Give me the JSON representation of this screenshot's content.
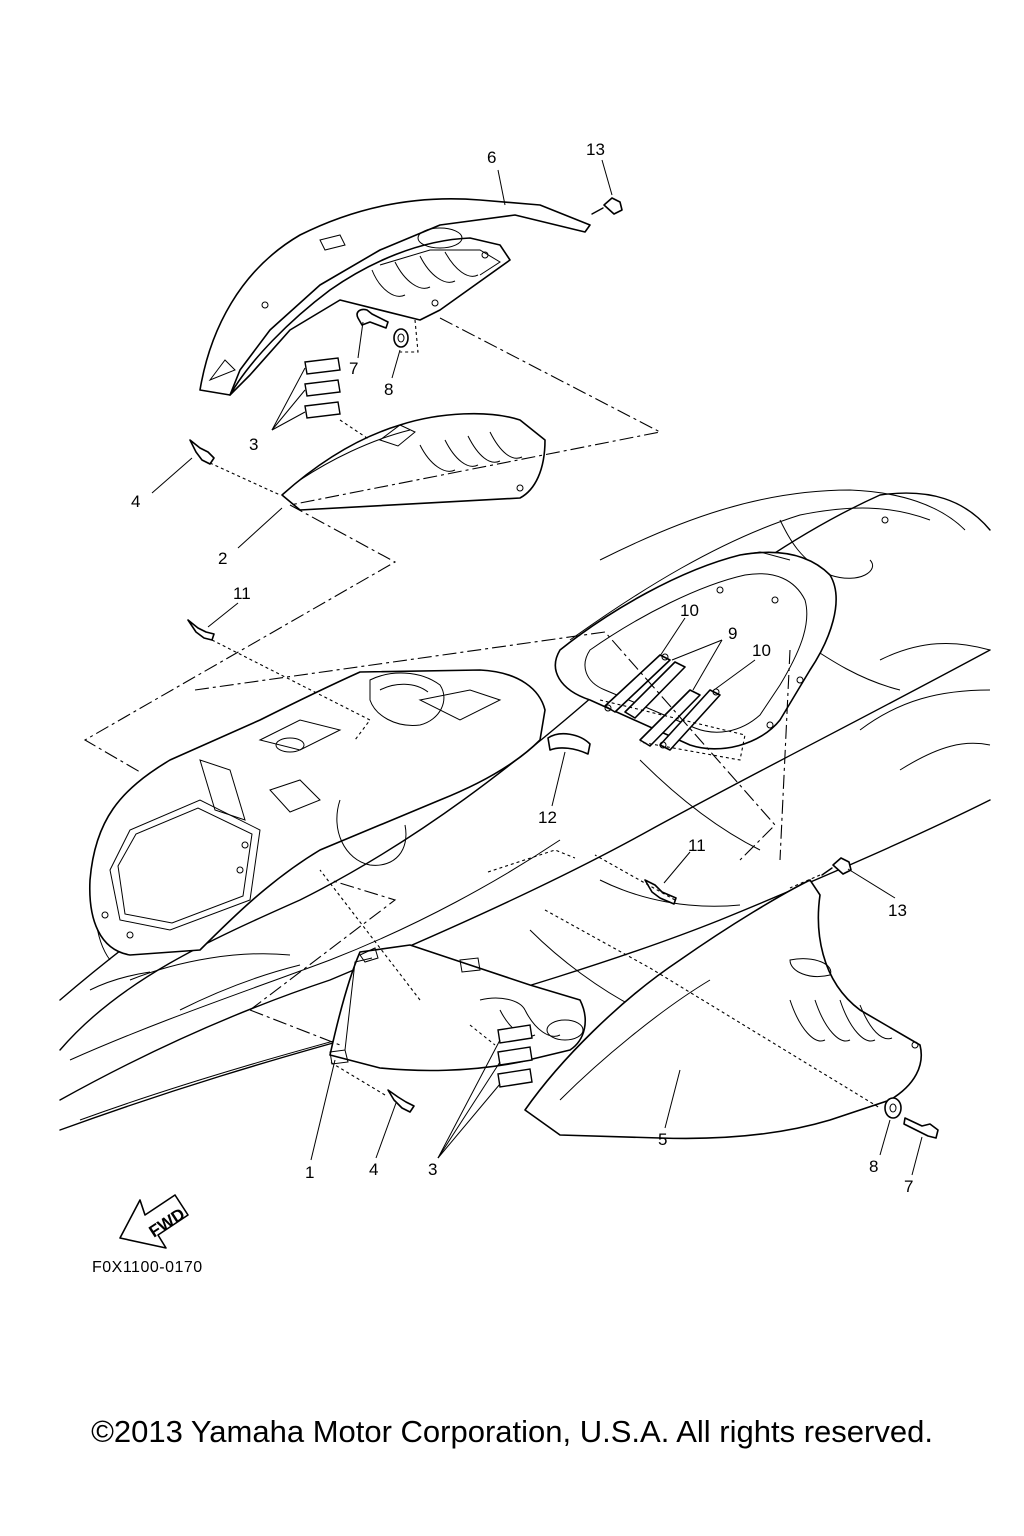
{
  "callouts": [
    {
      "id": "c6",
      "text": "6"
    },
    {
      "id": "c13a",
      "text": "13"
    },
    {
      "id": "c7a",
      "text": "7"
    },
    {
      "id": "c8a",
      "text": "8"
    },
    {
      "id": "c3a",
      "text": "3"
    },
    {
      "id": "c4a",
      "text": "4"
    },
    {
      "id": "c2",
      "text": "2"
    },
    {
      "id": "c11a",
      "text": "11"
    },
    {
      "id": "c10a",
      "text": "10"
    },
    {
      "id": "c9",
      "text": "9"
    },
    {
      "id": "c10b",
      "text": "10"
    },
    {
      "id": "c12",
      "text": "12"
    },
    {
      "id": "c11b",
      "text": "11"
    },
    {
      "id": "c13b",
      "text": "13"
    },
    {
      "id": "c1",
      "text": "1"
    },
    {
      "id": "c4b",
      "text": "4"
    },
    {
      "id": "c3b",
      "text": "3"
    },
    {
      "id": "c5",
      "text": "5"
    },
    {
      "id": "c8b",
      "text": "8"
    },
    {
      "id": "c7b",
      "text": "7"
    }
  ],
  "fwd_arrow_label": "FWD",
  "figure_ref": "F0X1100-0170",
  "copyright": "©2013 Yamaha Motor Corporation, U.S.A. All rights reserved."
}
